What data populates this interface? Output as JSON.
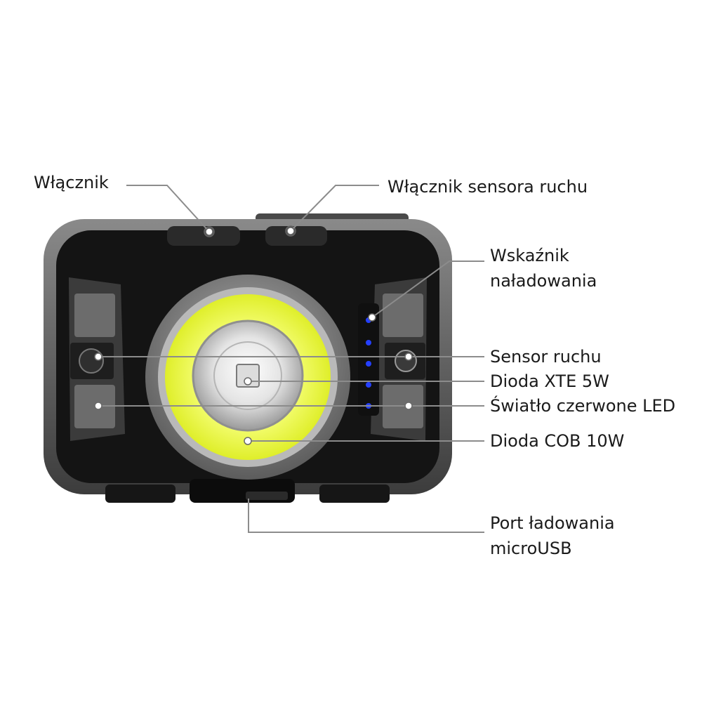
{
  "labels": {
    "power_switch": "Włącznik",
    "motion_sensor_switch": "Włącznik sensora ruchu",
    "charge_indicator": [
      "Wskaźnik",
      "naładowania"
    ],
    "motion_sensor": "Sensor ruchu",
    "xte_diode": "Dioda XTE 5W",
    "red_light": "Światło czerwone LED",
    "cob_diode": "Dioda COB 10W",
    "charging_port": [
      "Port ładowania",
      "microUSB"
    ]
  },
  "colors": {
    "body": "#161616",
    "frame": "#6e6e6e",
    "bezel": "#8a8a8a",
    "cob_yellow": "#e9f53a",
    "indicator_blue": "#2540ff",
    "leader_line": "#8c8c8c",
    "text": "#1a1a1a"
  }
}
